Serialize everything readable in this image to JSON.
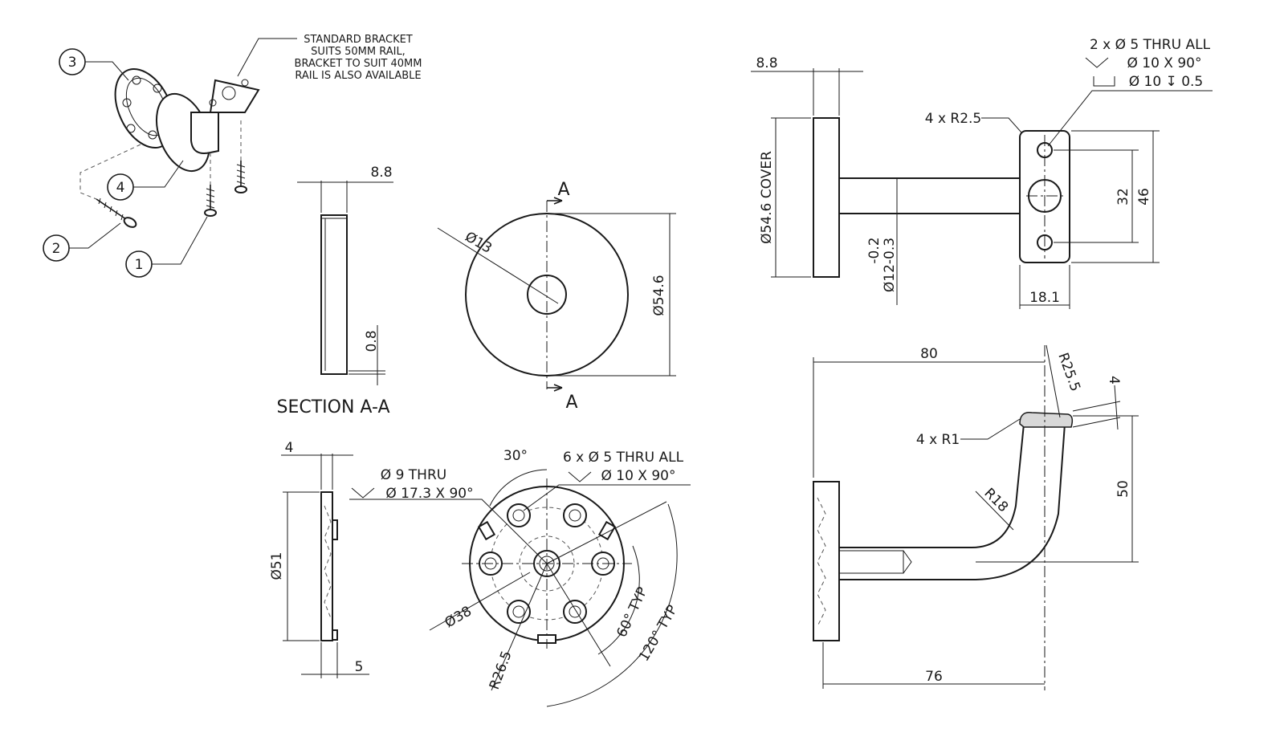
{
  "callouts": {
    "item1": "1",
    "item2": "2",
    "item3": "3",
    "item4": "4"
  },
  "note": {
    "line1": "STANDARD BRACKET",
    "line2": "SUITS 50MM RAIL,",
    "line3": "BRACKET TO SUIT 40MM",
    "line4": "RAIL IS ALSO AVAILABLE"
  },
  "section": {
    "title": "SECTION A-A",
    "thickness": "8.8",
    "lip": "0.8"
  },
  "cover_front": {
    "hole": "Ø13",
    "diameter": "Ø54.6",
    "cut_top": "A",
    "cut_bottom": "A"
  },
  "base_side": {
    "thickness": "4",
    "diameter": "Ø51",
    "boss": "5"
  },
  "base_front": {
    "angle": "30°",
    "center_hole_1": "Ø 9 THRU",
    "center_hole_2": "Ø 17.3 X 90°",
    "holes_1": "6 x Ø 5 THRU ALL",
    "holes_2": "Ø 10 X 90°",
    "pcd": "Ø38",
    "radius": "R26.5",
    "angle_60": "60° TYP",
    "angle_120": "120° TYP"
  },
  "assembly_top": {
    "cover_thickness": "8.8",
    "cover_dia": "Ø54.6 COVER",
    "rod_tol_1": "-0.2",
    "rod_tol_2": "Ø12-0.3",
    "plate_radius": "4 x R2.5",
    "plate_holes_1": "2 x Ø 5 THRU ALL",
    "plate_holes_2": "Ø 10 X 90°",
    "plate_holes_3": "Ø 10 ↧ 0.5",
    "hole_spacing": "32",
    "plate_height": "46",
    "plate_width": "18.1"
  },
  "assembly_side": {
    "reach": "80",
    "bend_outer": "R25.5",
    "pad": "4",
    "edge_radius": "4 x R1",
    "bend_inner": "R18",
    "height": "50",
    "base_reach": "76"
  }
}
